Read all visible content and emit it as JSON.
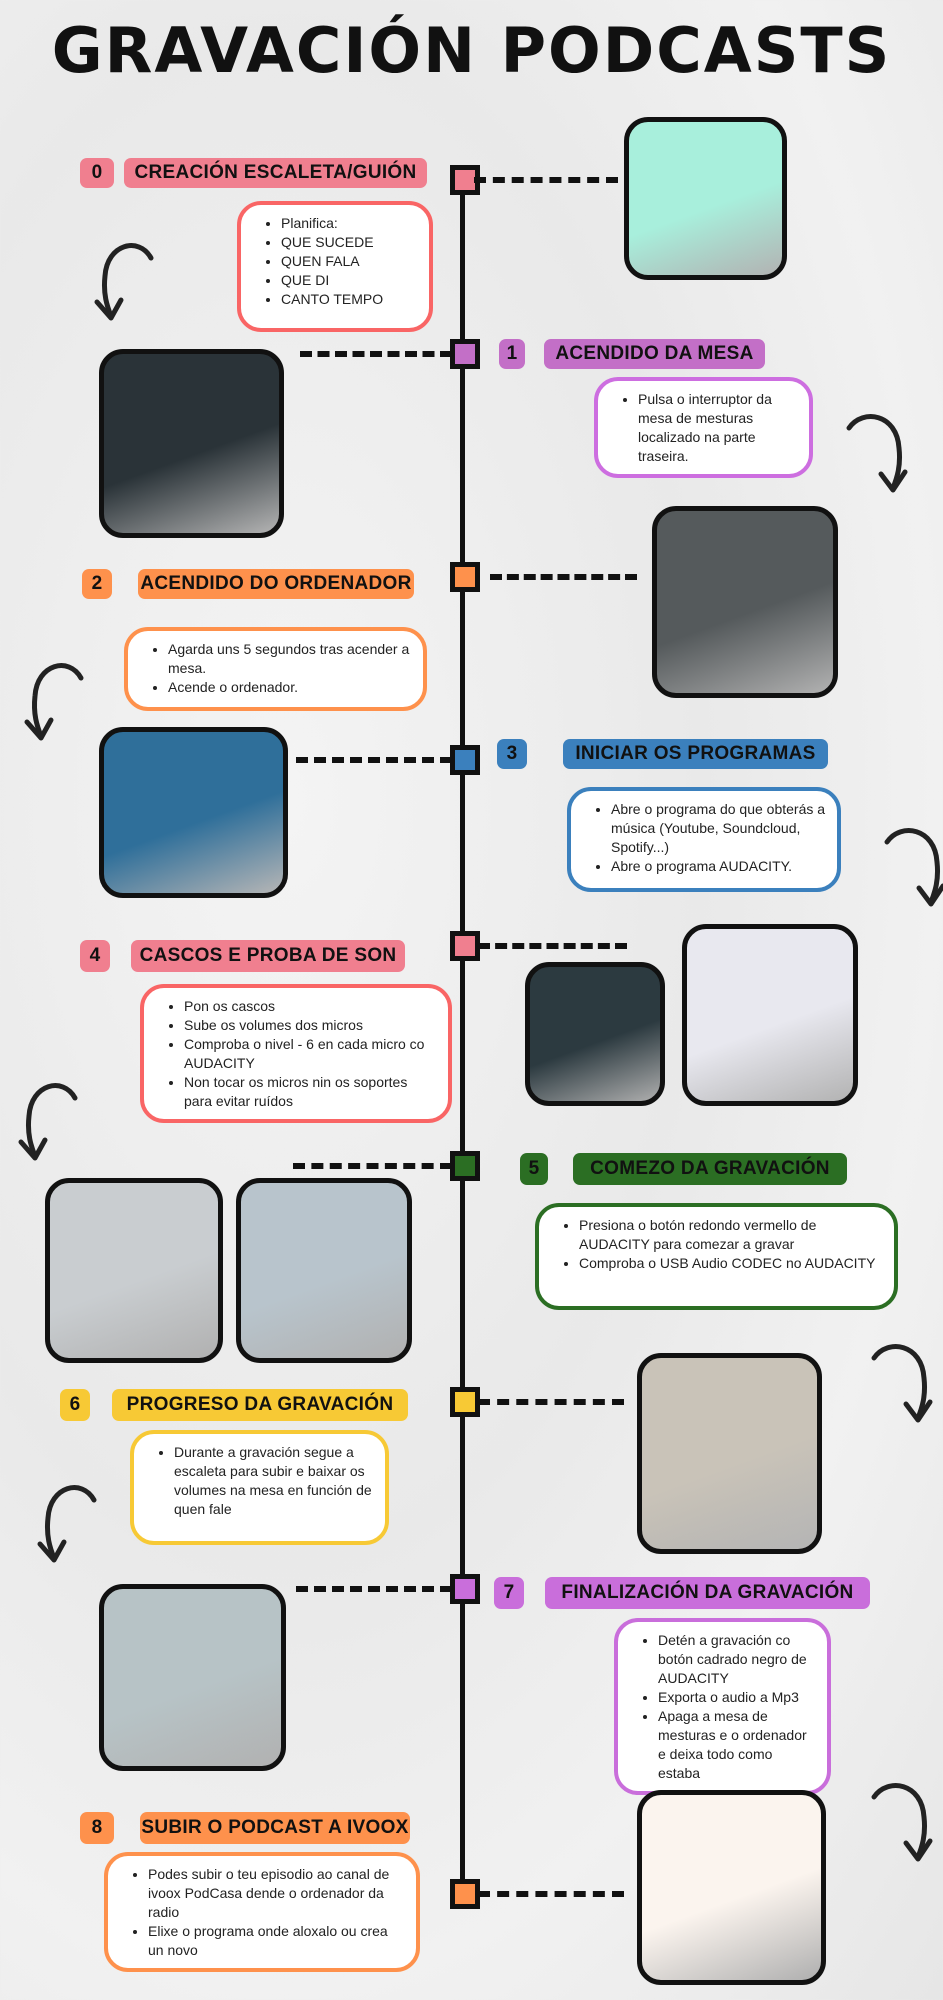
{
  "title": "GRAVACIÓN PODCASTS",
  "steps": [
    {
      "number": "0",
      "heading": "CREACIÓN ESCALETA/GUIÓN",
      "color": "#f07f8f",
      "border": "#f96565",
      "bullets": [
        "Planifica:",
        "QUE SUCEDE",
        "QUEN FALA",
        "QUE DI",
        "CANTO TEMPO"
      ],
      "photos": [
        "script-table-photo"
      ]
    },
    {
      "number": "1",
      "heading": "ACENDIDO DA MESA",
      "color": "#c36fc7",
      "border": "#cd6ee0",
      "bullets": [
        "Pulsa o interruptor da mesa de mesturas localizado na parte traseira."
      ],
      "photos": [
        "mixer-power-switch-photo"
      ]
    },
    {
      "number": "2",
      "heading": "ACENDIDO DO ORDENADOR",
      "color": "#fe914c",
      "border": "#fe914c",
      "bullets": [
        "Agarda uns 5 segundos tras acender a mesa.",
        "Acende o ordenador."
      ],
      "photos": [
        "keyboard-power-photo"
      ]
    },
    {
      "number": "3",
      "heading": "INICIAR OS PROGRAMAS",
      "color": "#3b80bd",
      "border": "#3b80bd",
      "bullets": [
        "Abre o programa do que obterás a música (Youtube, Soundcloud, Spotify...)",
        "Abre o programa AUDACITY."
      ],
      "photos": [
        "desktop-menu-photo"
      ]
    },
    {
      "number": "4",
      "heading": "CASCOS E PROBA DE SON",
      "color": "#f07f8f",
      "border": "#f96565",
      "bullets": [
        "Pon os cascos",
        "Sube os volumes dos micros",
        "Comproba o nivel - 6 en cada micro co AUDACITY",
        "Non tocar os micros nin os soportes para evitar ruídos"
      ],
      "photos": [
        "equipment-photo",
        "audacity-levels-photo"
      ]
    },
    {
      "number": "5",
      "heading": "COMEZO DA GRAVACIÓN",
      "color": "#2b6e23",
      "border": "#2b6e23",
      "bullets": [
        "Presiona o botón redondo vermello de AUDACITY para comezar a gravar",
        "Comproba o USB Audio CODEC no AUDACITY"
      ],
      "photos": [
        "audacity-record-photo",
        "audacity-codec-photo"
      ]
    },
    {
      "number": "6",
      "heading": "PROGRESO DA GRAVACIÓN",
      "color": "#f7c935",
      "border": "#f7c935",
      "bullets": [
        "Durante a gravación segue a escaleta para subir e baixar os volumes na mesa en función de quen fale"
      ],
      "photos": [
        "mixer-faders-photo"
      ]
    },
    {
      "number": "7",
      "heading": "FINALIZACIÓN DA GRAVACIÓN",
      "color": "#c96edb",
      "border": "#c96edb",
      "bullets": [
        "Detén a gravación co botón cadrado negro de AUDACITY",
        "Exporta o audio a Mp3",
        "Apaga a mesa de mesturas e o ordenador e deixa todo como estaba"
      ],
      "photos": [
        "audacity-stop-photo"
      ]
    },
    {
      "number": "8",
      "heading": "SUBIR O PODCAST A IVOOX",
      "color": "#fe914c",
      "border": "#fe914c",
      "bullets": [
        "Podes subir o teu episodio ao canal de ivoox PodCasa dende o ordenador da radio",
        "Elixe o programa onde aloxalo ou crea un novo"
      ],
      "photos": [
        "ivoox-page-photo"
      ]
    }
  ]
}
